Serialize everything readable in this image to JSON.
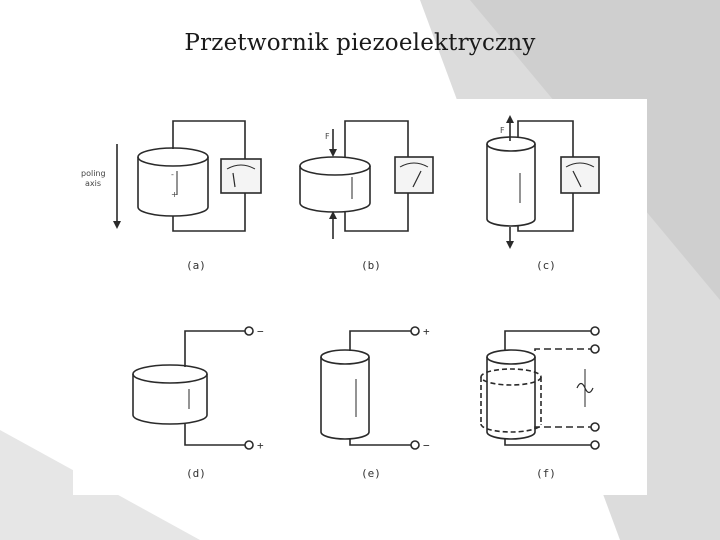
{
  "slide": {
    "title": "Przetwornik piezoelektryczny"
  },
  "figure": {
    "poling_axis_label_1": "poling",
    "poling_axis_label_2": "axis",
    "force_label_b": "F",
    "force_label_c": "F",
    "panel_labels": [
      "(a)",
      "(b)",
      "(c)",
      "(d)",
      "(e)",
      "(f)"
    ],
    "terminal_d_top": "−",
    "terminal_d_bottom": "+",
    "terminal_e_top": "+",
    "terminal_e_bottom": "−"
  },
  "colors": {
    "background_gray": "#d8d8d8",
    "line": "#2a2a2a"
  }
}
